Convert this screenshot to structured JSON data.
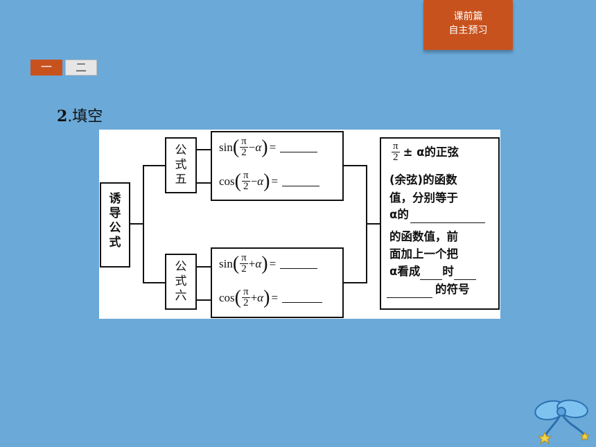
{
  "corner_tab": {
    "line1": "课前篇",
    "line2": "自主预习"
  },
  "tabs": [
    {
      "label": "一"
    },
    {
      "label": "二"
    }
  ],
  "heading": {
    "number": "2",
    "text": ".填空"
  },
  "figure": {
    "root_label": [
      "诱",
      "导",
      "公",
      "式"
    ],
    "formula5_label": [
      "公",
      "式",
      "五"
    ],
    "formula6_label": [
      "公",
      "式",
      "六"
    ],
    "pi": "π",
    "two": "2",
    "eq": "=",
    "f1": {
      "fn": "sin",
      "op": "−",
      "var": "α"
    },
    "f2": {
      "fn": "cos",
      "op": "−",
      "var": "α"
    },
    "f3": {
      "fn": "sin",
      "op": "+",
      "var": "α"
    },
    "f4": {
      "fn": "cos",
      "op": "+",
      "var": "α"
    },
    "summary": {
      "pm_alpha": "± α的正弦",
      "line2": "(余弦)的函数",
      "line3": "值，分别等于",
      "line4": "α的",
      "line5": "的函数值，前",
      "line6": "面加上一个把",
      "line7a": "α看成",
      "line7b": "时",
      "line8": "的符号"
    }
  }
}
